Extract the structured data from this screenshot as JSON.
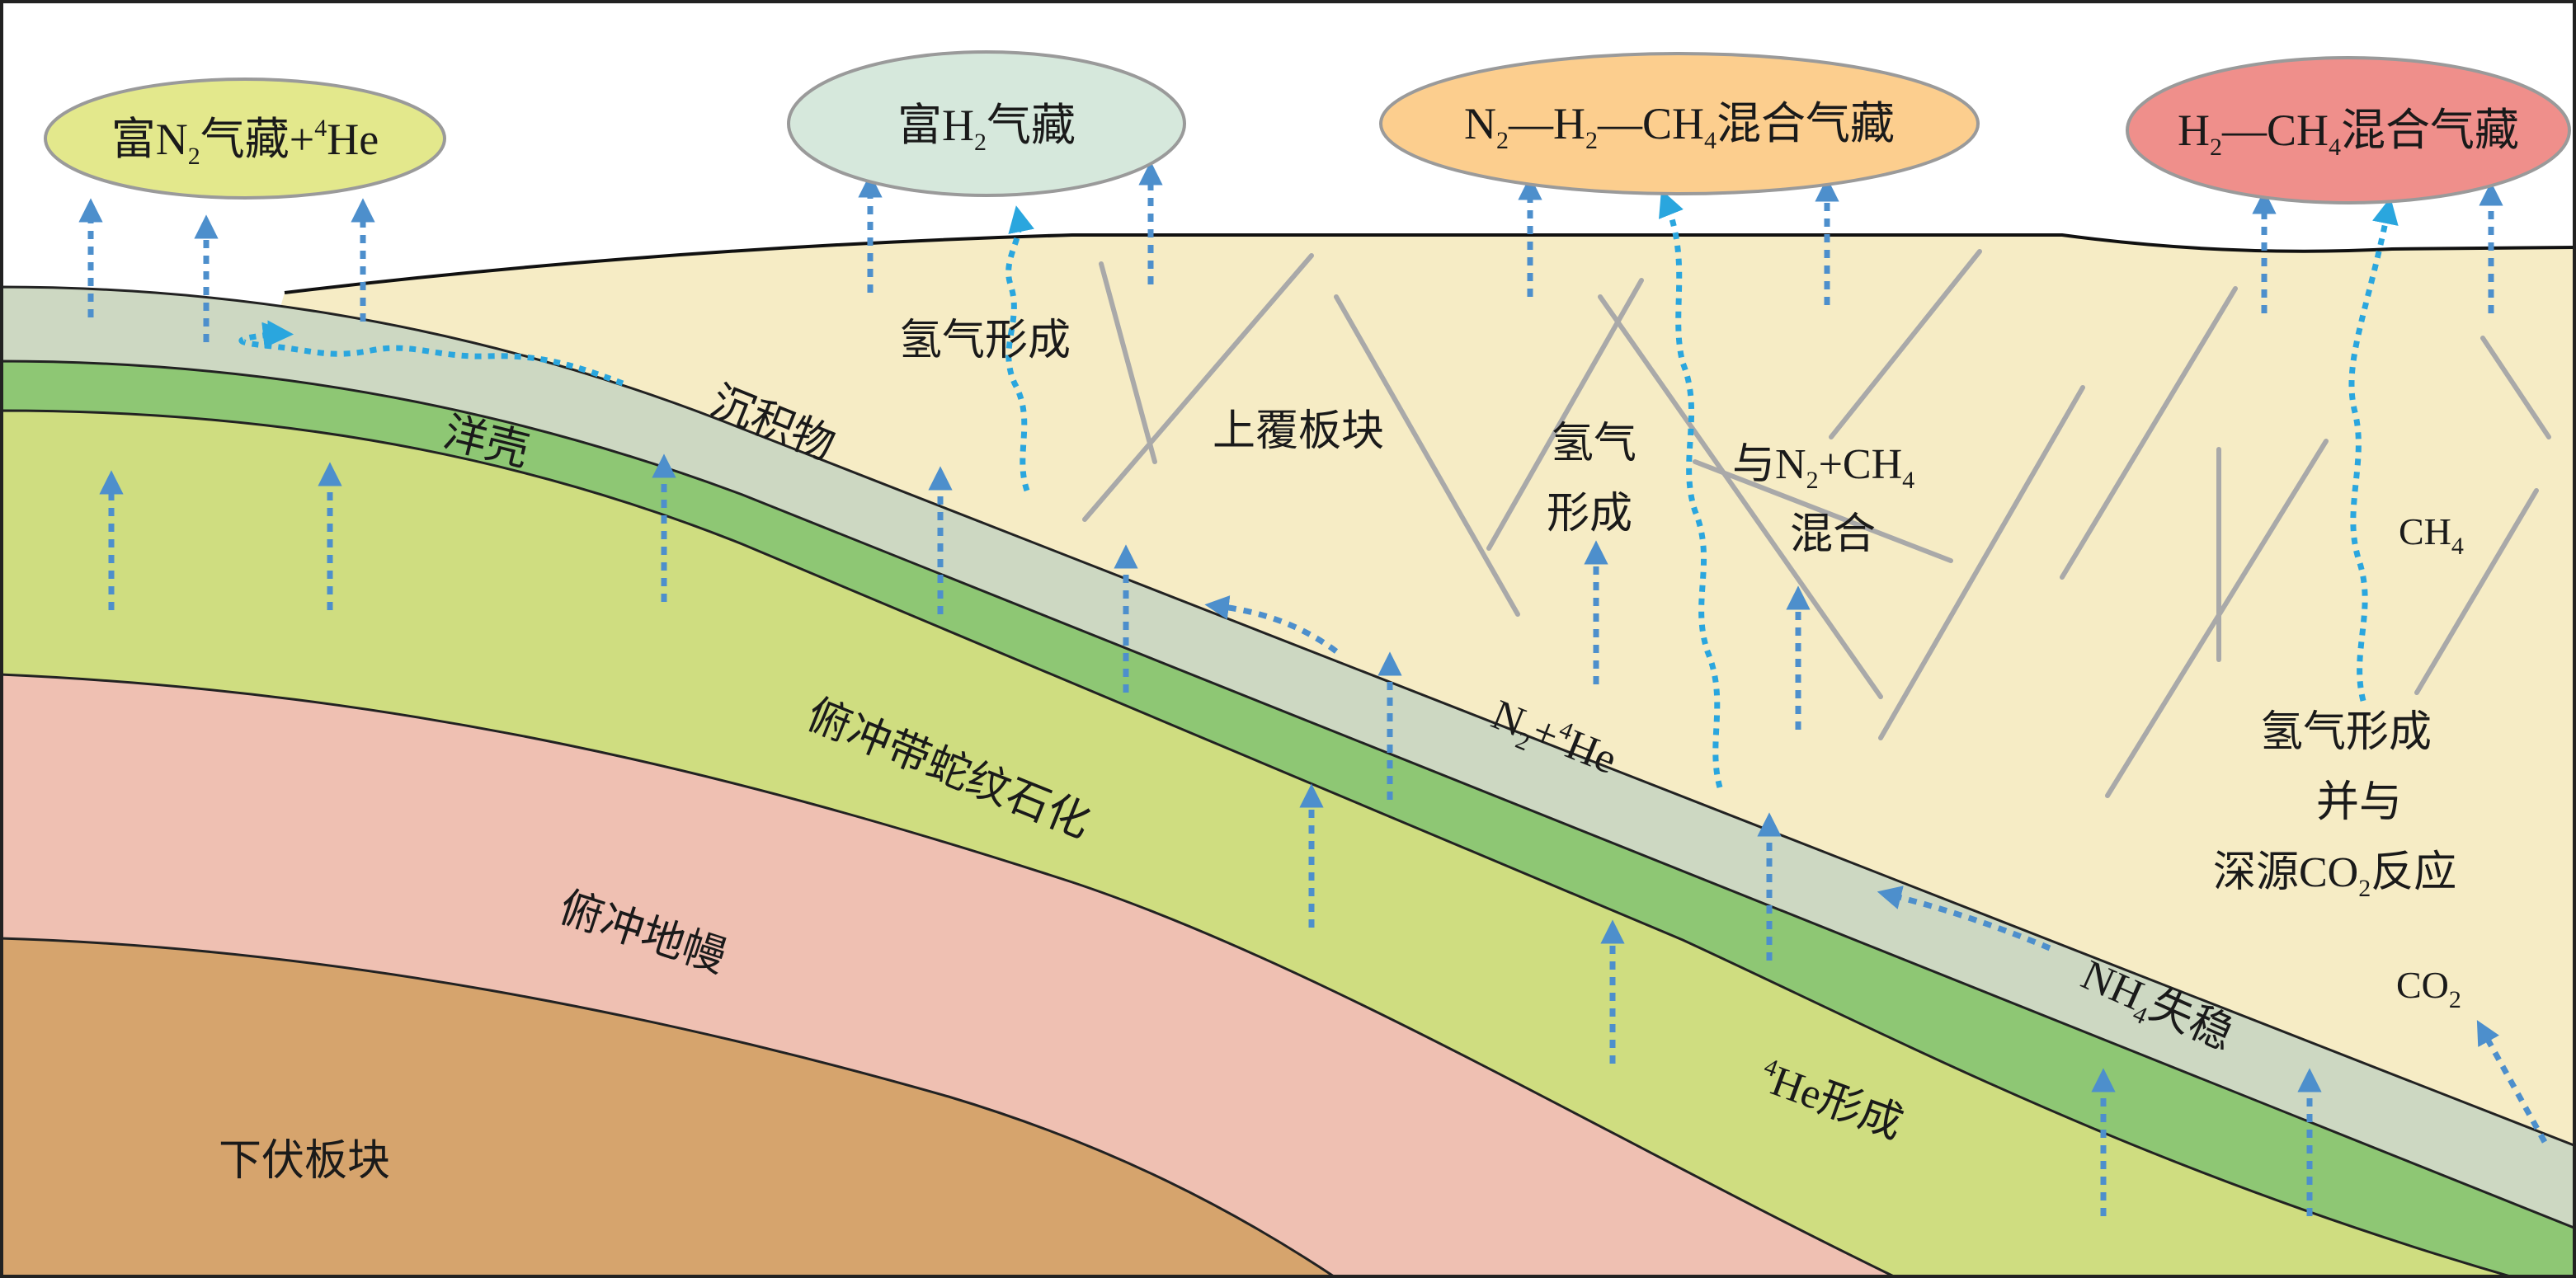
{
  "reservoirs": [
    {
      "id": "r1",
      "parts": [
        "富N",
        "2",
        "气藏+",
        "4",
        "He"
      ],
      "fill": "#e3e88c"
    },
    {
      "id": "r2",
      "parts": [
        "富H",
        "2",
        "气藏"
      ],
      "fill": "#d6e8dc"
    },
    {
      "id": "r3",
      "parts": [
        "N",
        "2",
        "—H",
        "2",
        "—CH",
        "4",
        "混合气藏"
      ],
      "fill": "#fcce8e"
    },
    {
      "id": "r4",
      "parts": [
        "H",
        "2",
        "—CH",
        "4",
        "混合气藏"
      ],
      "fill": "#ef8f8b"
    }
  ],
  "layers": {
    "overlying_plate": "上覆板块",
    "sediment": "沉积物",
    "oceanic_crust": "洋壳",
    "forearc_serpentinization": "俯冲带蛇纹石化",
    "subducting_mantle": "俯冲地幔",
    "underlying_plate": "下伏板块"
  },
  "processes": {
    "h2_formation": "氢气形成",
    "h2_formation_2a": "氢气",
    "h2_formation_2b": "形成",
    "mix_a": "与N",
    "mix_sub1": "2",
    "mix_b": "+CH",
    "mix_sub2": "4",
    "mix_c": "混合",
    "n2_he_a": "N",
    "n2_he_sub": "2",
    "n2_he_b": "+",
    "n2_he_sup": "4",
    "n2_he_c": "He",
    "he4_sup": "4",
    "he4_text": "He形成",
    "nh4_a": "NH",
    "nh4_sub": "4",
    "nh4_b": "失稳",
    "ch4_a": "CH",
    "ch4_sub": "4",
    "deep_1": "氢气形成",
    "deep_2": "并与",
    "deep_3a": "深源CO",
    "deep_3sub": "2",
    "deep_3b": "反应",
    "co2_a": "CO",
    "co2_sub": "2"
  },
  "colors": {
    "overlying": "#f6ecc5",
    "sediment": "#cdd8c2",
    "crust": "#8ec774",
    "serpentinized": "#cfdd80",
    "mantle": "#efc0b2",
    "underlying": "#d6a46d",
    "arrow": "#4d8fcc",
    "fluid_path": "#2aa6de",
    "fault": "#a9a9a9"
  }
}
